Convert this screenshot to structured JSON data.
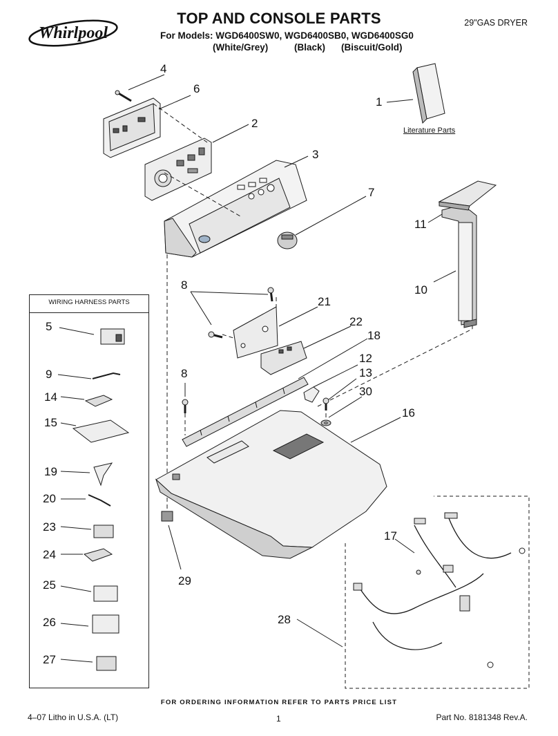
{
  "brand": "Whirlpool",
  "header": {
    "title": "TOP AND CONSOLE PARTS",
    "models_line": "For Models: WGD6400SW0, WGD6400SB0, WGD6400SG0",
    "variants": [
      "(White/Grey)",
      "(Black)",
      "(Biscuit/Gold)"
    ],
    "product_type": "29\"GAS DRYER"
  },
  "harness_box": {
    "title": "WIRING HARNESS PARTS"
  },
  "literature_label": "Literature Parts",
  "callouts": {
    "c1": "1",
    "c2": "2",
    "c3": "3",
    "c4": "4",
    "c6": "6",
    "c7": "7",
    "c8a": "8",
    "c8b": "8",
    "c10": "10",
    "c11": "11",
    "c12": "12",
    "c13": "13",
    "c16": "16",
    "c17": "17",
    "c18": "18",
    "c21": "21",
    "c22": "22",
    "c28": "28",
    "c29": "29",
    "c30": "30",
    "h5": "5",
    "h9": "9",
    "h14": "14",
    "h15": "15",
    "h19": "19",
    "h20": "20",
    "h23": "23",
    "h24": "24",
    "h25": "25",
    "h26": "26",
    "h27": "27"
  },
  "footer": {
    "order_note": "FOR ORDERING INFORMATION REFER TO PARTS PRICE LIST",
    "litho": "4–07 Litho in U.S.A. (LT)",
    "page": "1",
    "part_number": "Part No. 8181348 Rev.A."
  },
  "colors": {
    "line": "#1a1a1a",
    "fill_light": "#f2f2f2",
    "fill_mid": "#d9d9d9",
    "fill_dark": "#9a9a9a"
  }
}
